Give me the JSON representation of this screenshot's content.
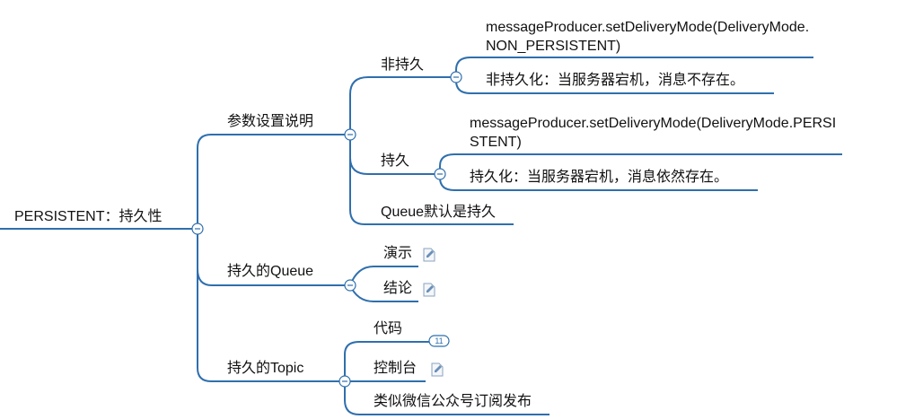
{
  "root": {
    "label": "PERSISTENT：持久性"
  },
  "branches": {
    "params": {
      "label": "参数设置说明"
    },
    "nonpersist": {
      "label": "非持久"
    },
    "np_code": {
      "label": "messageProducer.setDeliveryMode(DeliveryMode.NON_PERSISTENT)"
    },
    "np_desc": {
      "label": "非持久化：当服务器宕机，消息不存在。"
    },
    "persist": {
      "label": "持久"
    },
    "p_code": {
      "label": "messageProducer.setDeliveryMode(DeliveryMode.PERSISTENT)"
    },
    "p_desc": {
      "label": "持久化：当服务器宕机，消息依然存在。"
    },
    "queue_default": {
      "label": "Queue默认是持久"
    },
    "queue": {
      "label": "持久的Queue"
    },
    "queue_demo": {
      "label": "演示"
    },
    "queue_conclusion": {
      "label": "结论"
    },
    "topic": {
      "label": "持久的Topic"
    },
    "topic_code": {
      "label": "代码",
      "badge": "11"
    },
    "topic_console": {
      "label": "控制台"
    },
    "topic_similar": {
      "label": "类似微信公众号订阅发布"
    }
  },
  "colors": {
    "line": "#2f6fad",
    "note": "#6a8fb8"
  }
}
